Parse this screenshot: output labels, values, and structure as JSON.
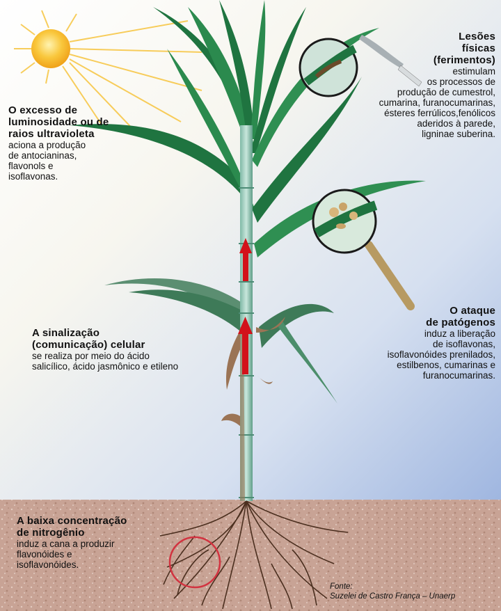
{
  "colors": {
    "sky_top": "#dfe7f2",
    "sky_bottom": "#a9bfe3",
    "sun": "#f6b223",
    "leaf_dark": "#1b6e3c",
    "leaf_light": "#3e9b5d",
    "soil": "#c9a293",
    "root": "#4b2f1f",
    "arrow": "#d2111a",
    "circle_ring": "#d23340"
  },
  "icons": [
    "sun-icon",
    "magnifier-icon",
    "scalpel-icon",
    "arrow-up-icon",
    "root-circle-icon"
  ],
  "annotations": {
    "light": {
      "heading": [
        "O excesso de",
        "luminosidade ou de",
        "raios ultravioleta"
      ],
      "body": [
        "aciona a produção",
        "de antocianinas,",
        "flavonols e",
        "isoflavonas."
      ]
    },
    "injury": {
      "heading": [
        "Lesões",
        "físicas",
        "(ferimentos)"
      ],
      "body": [
        "estimulam",
        "os processos de",
        "produção de cumestrol,",
        "cumarina, furanocumarinas,",
        "ésteres ferrúlicos,fenólicos",
        "aderidos à parede,",
        "ligninae suberina."
      ]
    },
    "pathogen": {
      "heading": [
        "O ataque",
        "de patógenos"
      ],
      "body": [
        "induz a liberação",
        "de isoflavonas,",
        "isoflavonóides prenilados,",
        "estilbenos, cumarinas e",
        "furanocumarinas."
      ]
    },
    "signal": {
      "heading": [
        "A sinalização",
        "(comunicação) celular"
      ],
      "body": [
        "se realiza por meio do ácido",
        "salicílico, ácido jasmônico e etileno"
      ]
    },
    "nitrogen": {
      "heading": [
        "A baixa concentração",
        "de nitrogênio"
      ],
      "body": [
        "induz a cana a produzir",
        "flavonóides e",
        "isoflavonóides."
      ]
    }
  },
  "source": {
    "label": "Fonte:",
    "credit": "Suzelei de Castro França – Unaerp"
  }
}
